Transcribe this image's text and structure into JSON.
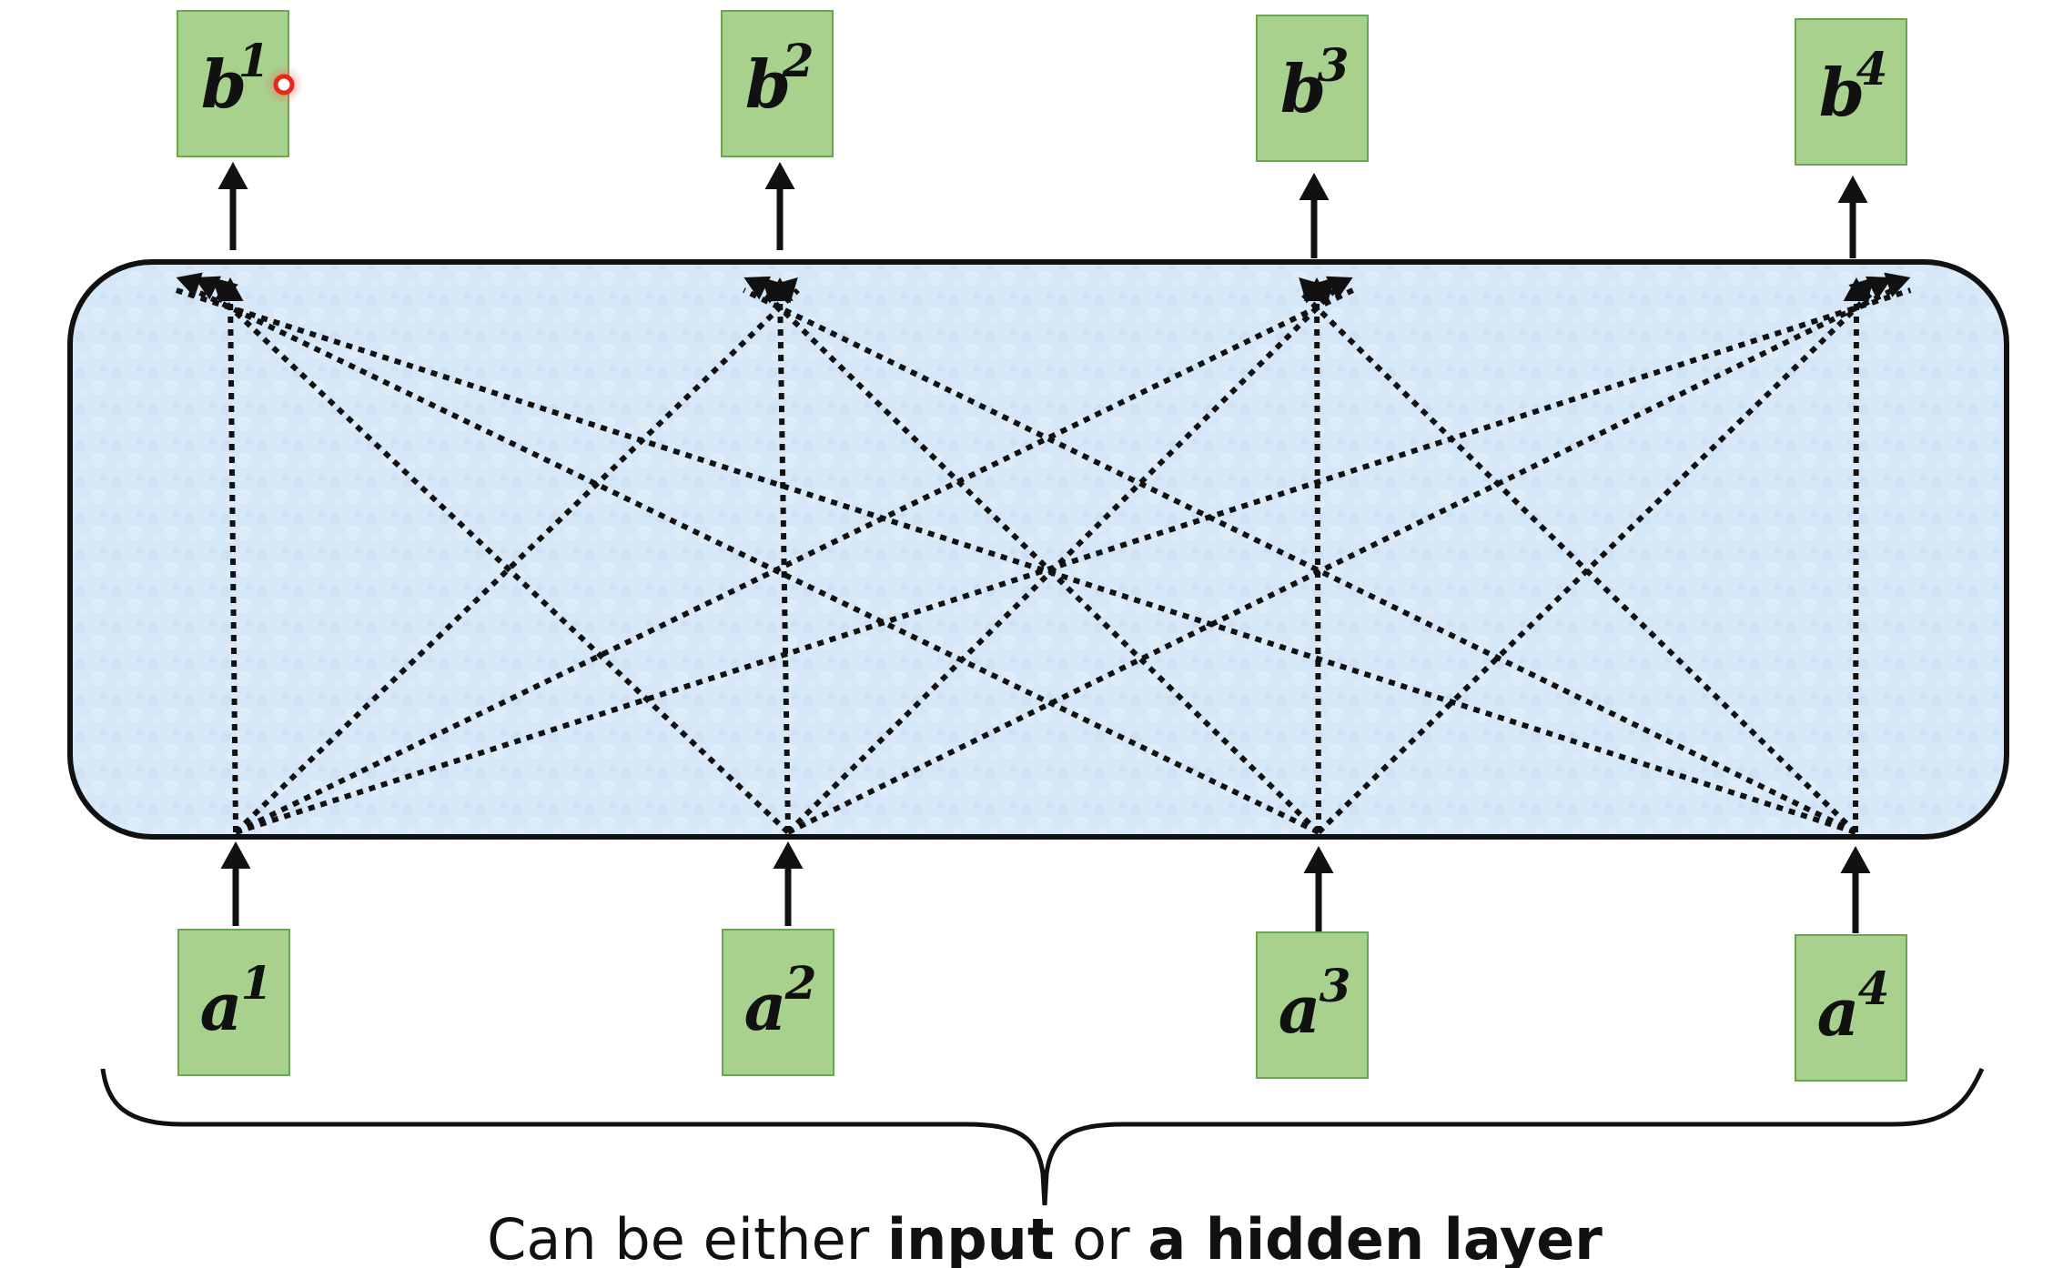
{
  "diagram": {
    "outputs": [
      {
        "base": "b",
        "sup": "1"
      },
      {
        "base": "b",
        "sup": "2"
      },
      {
        "base": "b",
        "sup": "3"
      },
      {
        "base": "b",
        "sup": "4"
      }
    ],
    "inputs": [
      {
        "base": "a",
        "sup": "1"
      },
      {
        "base": "a",
        "sup": "2"
      },
      {
        "base": "a",
        "sup": "3"
      },
      {
        "base": "a",
        "sup": "4"
      }
    ],
    "caption": {
      "part1": "Can be either ",
      "part2": "input",
      "part3": " or ",
      "part4": "a hidden layer"
    },
    "colors": {
      "box_fill": "#a9d18e",
      "box_stroke": "#6aa84f",
      "layer_fill": "#d5e6f6",
      "layer_stroke": "#111111",
      "arrow": "#111111",
      "cursor": "#e8271c"
    }
  }
}
